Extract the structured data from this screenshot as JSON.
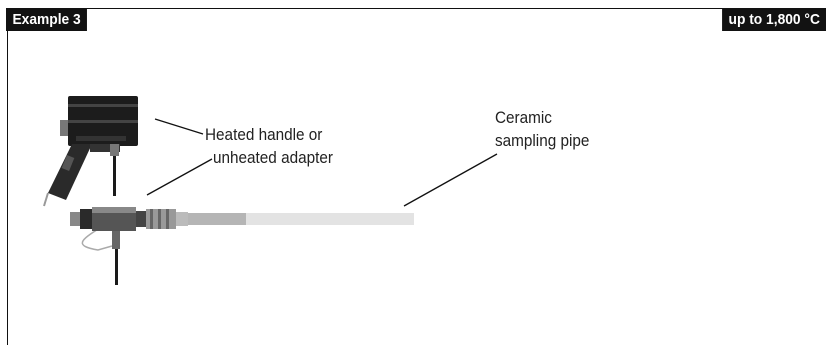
{
  "header": {
    "left_badge": "Example 3",
    "right_badge": "up to 1,800 °C"
  },
  "labels": {
    "handle_line1": "Heated handle or",
    "handle_line2": "unheated adapter",
    "pipe_line1": "Ceramic",
    "pipe_line2": "sampling pipe"
  },
  "colors": {
    "badge_bg": "#121212",
    "handle_body": "#1c1c1c",
    "ceramic_pipe": "#e3e3e3"
  }
}
